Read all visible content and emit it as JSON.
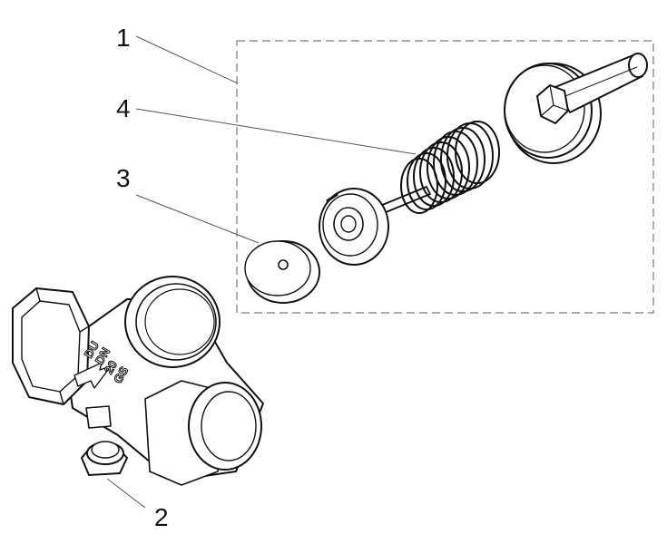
{
  "callouts": {
    "c1": "1",
    "c2": "2",
    "c3": "3",
    "c4": "4"
  },
  "valve_body": {
    "marking_lines": [
      "DU",
      "DN",
      "20",
      "GS"
    ]
  },
  "colors": {
    "line": "#111111",
    "leader": "#555555",
    "dash_box": "#777777",
    "paper": "#ffffff"
  }
}
